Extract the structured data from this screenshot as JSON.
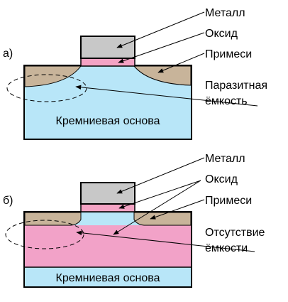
{
  "diagram_a": {
    "part_label": "а)",
    "base_label": "Кремниевая основа",
    "labels": {
      "metal": "Металл",
      "oxide": "Оксид",
      "dopant": "Примеси",
      "capacitance_line1": "Паразитная",
      "capacitance_line2": "ёмкость"
    }
  },
  "diagram_b": {
    "part_label": "б)",
    "base_label": "Кремниевая основа",
    "labels": {
      "metal": "Металл",
      "oxide": "Оксид",
      "dopant": "Примеси",
      "capacitance_line1": "Отсутствие",
      "capacitance_line2": "ёмкости"
    }
  },
  "colors": {
    "metal": "#c8c8c8",
    "oxide": "#f4a3c4",
    "dopant": "#c8b49a",
    "silicon": "#b8e6f8",
    "insulator": "#f2a2c8",
    "outline": "#000000"
  }
}
